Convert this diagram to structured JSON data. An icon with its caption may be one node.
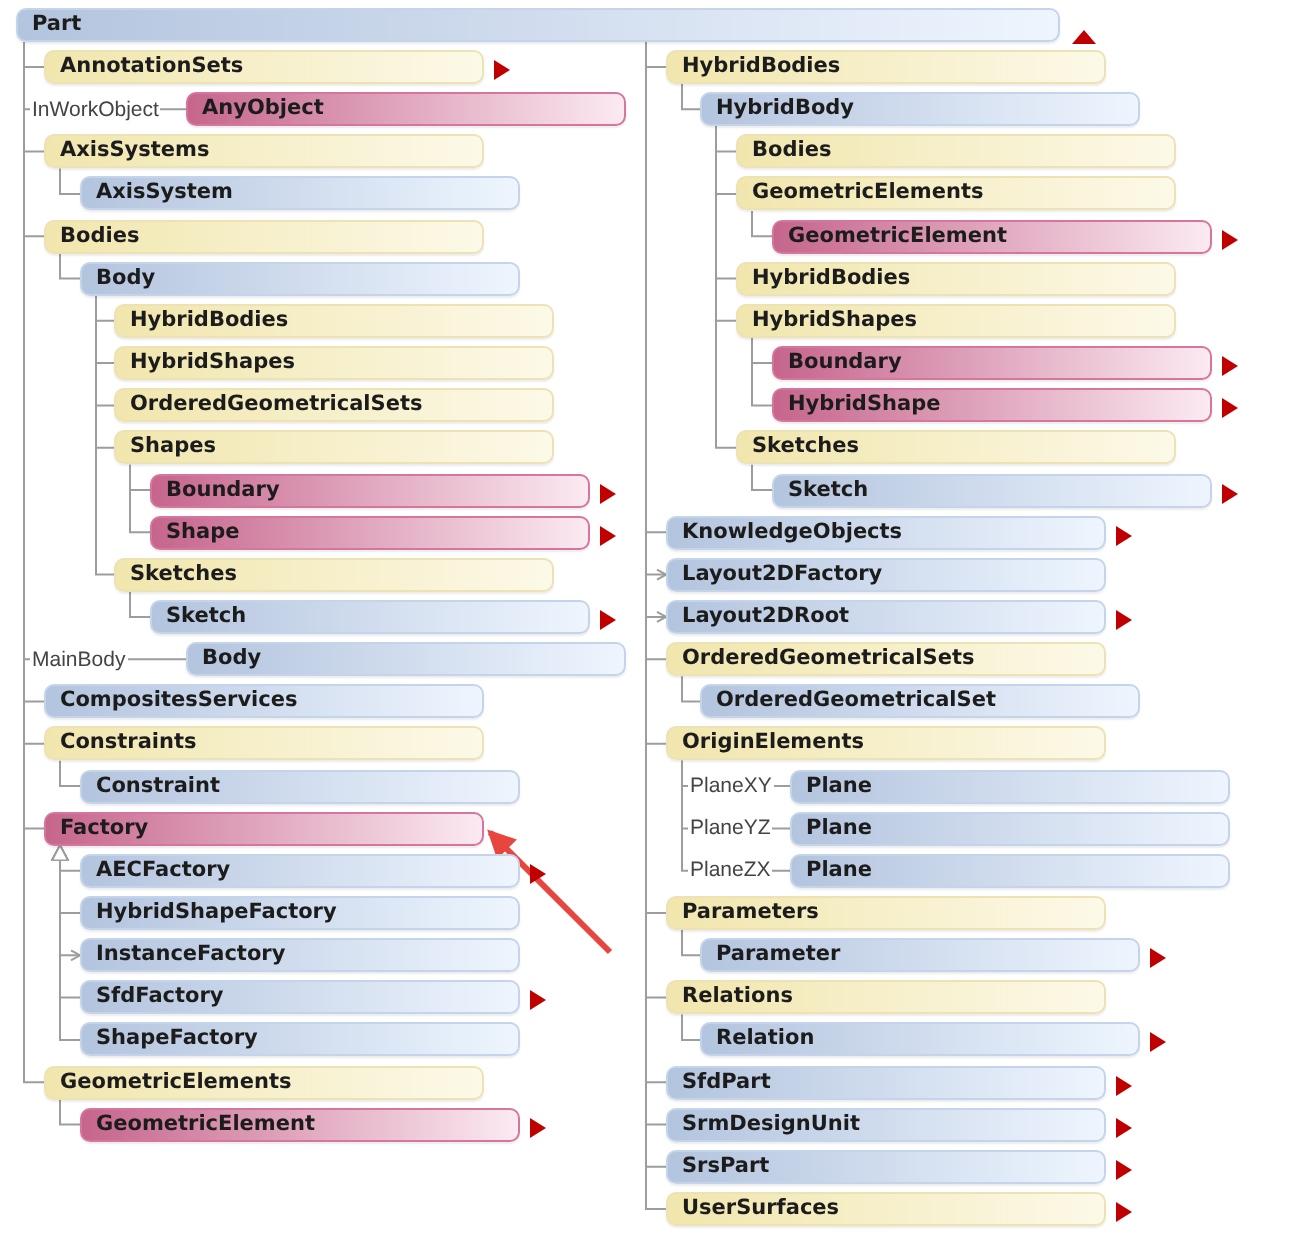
{
  "diagram": {
    "nodes": [
      {
        "text": [
          "Part"
        ]
      },
      {
        "text": [
          "AnnotationSets"
        ]
      },
      {
        "text": [
          "AnyObject"
        ]
      },
      {
        "text": [
          "AxisSystems"
        ]
      },
      {
        "text": [
          "AxisSystem"
        ]
      },
      {
        "text": [
          "Bodies"
        ]
      },
      {
        "text": [
          "Body"
        ]
      },
      {
        "text": [
          "HybridBodies"
        ]
      },
      {
        "text": [
          "HybridShapes"
        ]
      },
      {
        "text": [
          "OrderedGeometricalSets"
        ]
      },
      {
        "text": [
          "Shapes"
        ]
      },
      {
        "text": [
          "Boundary"
        ]
      },
      {
        "text": [
          "Shape"
        ]
      },
      {
        "text": [
          "Sketches"
        ]
      },
      {
        "text": [
          "Sketch"
        ]
      },
      {
        "text": [
          "Body"
        ]
      },
      {
        "text": [
          "CompositesServices"
        ]
      },
      {
        "text": [
          "Constraints"
        ]
      },
      {
        "text": [
          "Constraint"
        ]
      },
      {
        "text": [
          "Factory"
        ]
      },
      {
        "text": [
          "AECFactory"
        ]
      },
      {
        "text": [
          "HybridShapeFactory"
        ]
      },
      {
        "text": [
          "InstanceFactory"
        ]
      },
      {
        "text": [
          "SfdFactory"
        ]
      },
      {
        "text": [
          "ShapeFactory"
        ]
      },
      {
        "text": [
          "GeometricElements"
        ]
      },
      {
        "text": [
          "GeometricElement"
        ]
      },
      {
        "text": [
          "HybridBodies"
        ]
      },
      {
        "text": [
          "HybridBody"
        ]
      },
      {
        "text": [
          "Bodies"
        ]
      },
      {
        "text": [
          "GeometricElements"
        ]
      },
      {
        "text": [
          "GeometricElement"
        ]
      },
      {
        "text": [
          "HybridBodies"
        ]
      },
      {
        "text": [
          "HybridShapes"
        ]
      },
      {
        "text": [
          "Boundary"
        ]
      },
      {
        "text": [
          "HybridShape"
        ]
      },
      {
        "text": [
          "Sketches"
        ]
      },
      {
        "text": [
          "Sketch"
        ]
      },
      {
        "text": [
          "KnowledgeObjects"
        ]
      },
      {
        "text": [
          "Layout2DFactory"
        ]
      },
      {
        "text": [
          "Layout2DRoot"
        ]
      },
      {
        "text": [
          "OrderedGeometricalSets"
        ]
      },
      {
        "text": [
          "OrderedGeometricalSet"
        ]
      },
      {
        "text": [
          "OriginElements"
        ]
      },
      {
        "text": [
          "Plane"
        ]
      },
      {
        "text": [
          "Plane"
        ]
      },
      {
        "text": [
          "Plane"
        ]
      },
      {
        "text": [
          "Parameters"
        ]
      },
      {
        "text": [
          "Parameter"
        ]
      },
      {
        "text": [
          "Relations"
        ]
      },
      {
        "text": [
          "Relation"
        ]
      },
      {
        "text": [
          "SfdPart"
        ]
      },
      {
        "text": [
          "SrmDesignUnit"
        ]
      },
      {
        "text": [
          "SrsPart"
        ]
      },
      {
        "text": [
          "UserSurfaces"
        ]
      }
    ],
    "edges": [
      {
        "from": 0,
        "to": 1,
        "arrow": "none"
      },
      {
        "from": 0,
        "to": 2,
        "arrow": "none",
        "label": "InWorkObject"
      },
      {
        "from": 0,
        "to": 3,
        "arrow": "none"
      },
      {
        "from": 3,
        "to": 4,
        "arrow": "none"
      },
      {
        "from": 0,
        "to": 5,
        "arrow": "none"
      },
      {
        "from": 5,
        "to": 6,
        "arrow": "none"
      },
      {
        "from": 6,
        "to": 7,
        "arrow": "none"
      },
      {
        "from": 6,
        "to": 8,
        "arrow": "none"
      },
      {
        "from": 6,
        "to": 9,
        "arrow": "none"
      },
      {
        "from": 6,
        "to": 10,
        "arrow": "none"
      },
      {
        "from": 10,
        "to": 11,
        "arrow": "none"
      },
      {
        "from": 10,
        "to": 12,
        "arrow": "none"
      },
      {
        "from": 6,
        "to": 13,
        "arrow": "none"
      },
      {
        "from": 13,
        "to": 14,
        "arrow": "none"
      },
      {
        "from": 0,
        "to": 15,
        "arrow": "none",
        "label": "MainBody"
      },
      {
        "from": 0,
        "to": 16,
        "arrow": "none"
      },
      {
        "from": 0,
        "to": 17,
        "arrow": "none"
      },
      {
        "from": 17,
        "to": 18,
        "arrow": "none"
      },
      {
        "from": 0,
        "to": 19,
        "arrow": "none"
      },
      {
        "from": 20,
        "to": 19,
        "arrow": "to"
      },
      {
        "from": 21,
        "to": 19,
        "arrow": "to"
      },
      {
        "from": 22,
        "to": 19,
        "arrow": "both"
      },
      {
        "from": 23,
        "to": 19,
        "arrow": "to"
      },
      {
        "from": 24,
        "to": 19,
        "arrow": "to"
      },
      {
        "from": 0,
        "to": 25,
        "arrow": "none"
      },
      {
        "from": 25,
        "to": 26,
        "arrow": "none"
      },
      {
        "from": 0,
        "to": 27,
        "arrow": "none"
      },
      {
        "from": 27,
        "to": 28,
        "arrow": "none"
      },
      {
        "from": 28,
        "to": 29,
        "arrow": "none"
      },
      {
        "from": 28,
        "to": 30,
        "arrow": "none"
      },
      {
        "from": 30,
        "to": 31,
        "arrow": "none"
      },
      {
        "from": 28,
        "to": 32,
        "arrow": "none"
      },
      {
        "from": 28,
        "to": 33,
        "arrow": "none"
      },
      {
        "from": 33,
        "to": 34,
        "arrow": "none"
      },
      {
        "from": 33,
        "to": 35,
        "arrow": "none"
      },
      {
        "from": 28,
        "to": 36,
        "arrow": "none"
      },
      {
        "from": 36,
        "to": 37,
        "arrow": "none"
      },
      {
        "from": 0,
        "to": 38,
        "arrow": "none"
      },
      {
        "from": 0,
        "to": 39,
        "arrow": "to"
      },
      {
        "from": 0,
        "to": 40,
        "arrow": "to"
      },
      {
        "from": 0,
        "to": 41,
        "arrow": "none"
      },
      {
        "from": 41,
        "to": 42,
        "arrow": "none"
      },
      {
        "from": 0,
        "to": 43,
        "arrow": "none"
      },
      {
        "from": 43,
        "to": 44,
        "arrow": "none",
        "label": "PlaneXY"
      },
      {
        "from": 43,
        "to": 45,
        "arrow": "none",
        "label": "PlaneYZ"
      },
      {
        "from": 43,
        "to": 46,
        "arrow": "none",
        "label": "PlaneZX"
      },
      {
        "from": 0,
        "to": 47,
        "arrow": "none"
      },
      {
        "from": 47,
        "to": 48,
        "arrow": "none"
      },
      {
        "from": 0,
        "to": 49,
        "arrow": "none"
      },
      {
        "from": 49,
        "to": 50,
        "arrow": "none"
      },
      {
        "from": 0,
        "to": 51,
        "arrow": "none"
      },
      {
        "from": 0,
        "to": 52,
        "arrow": "none"
      },
      {
        "from": 0,
        "to": 53,
        "arrow": "none"
      },
      {
        "from": 0,
        "to": 54,
        "arrow": "none"
      },
      {
        "from": null,
        "to": 19,
        "arrow": "to",
        "style": "thick",
        "color": "#e8453f"
      }
    ]
  }
}
